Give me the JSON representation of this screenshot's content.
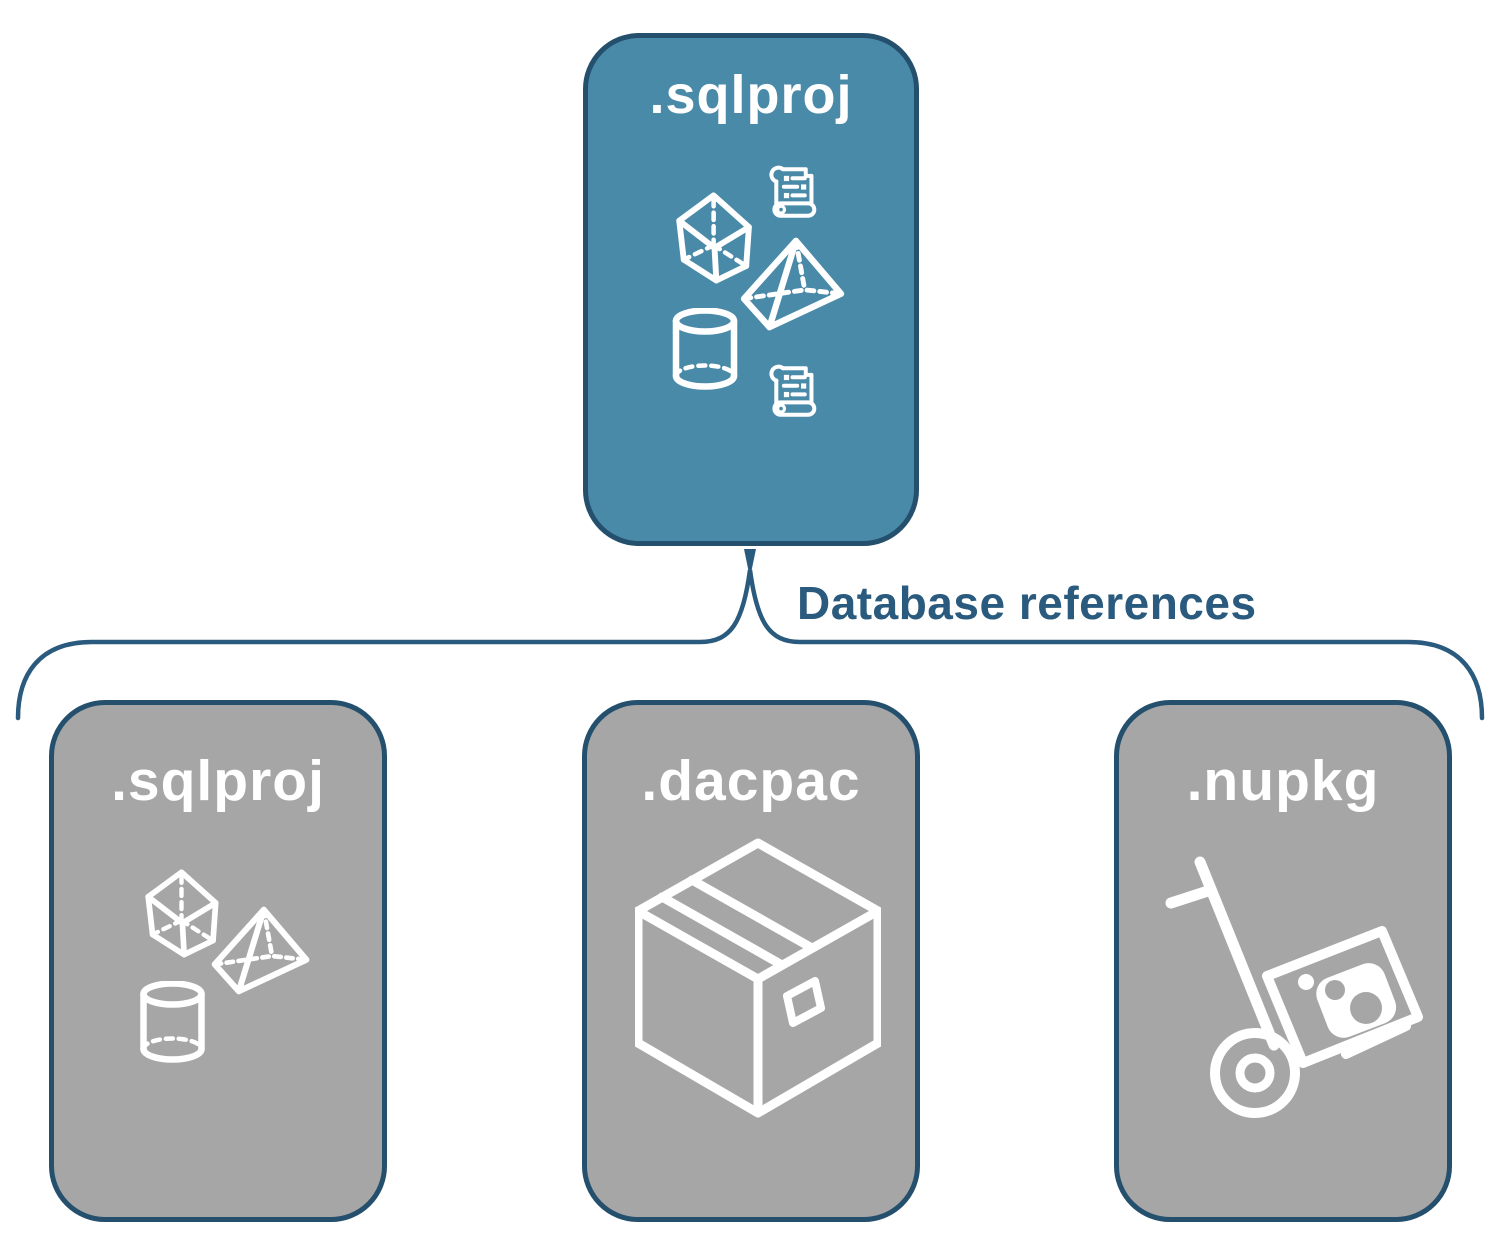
{
  "colors": {
    "root_card_fill": "#4a8aa9",
    "child_card_fill": "#a6a6a6",
    "card_border": "#24506d",
    "connector_line": "#2a5a7d",
    "connector_text": "#2a5a7d",
    "title_text": "#ffffff",
    "icon_stroke": "#ffffff"
  },
  "root_card": {
    "label": ".sqlproj",
    "icons": [
      "script-scroll-icon",
      "cube-icon",
      "pyramid-icon",
      "cylinder-icon",
      "script-scroll-icon"
    ]
  },
  "connector": {
    "label": "Database references"
  },
  "child_cards": [
    {
      "label": ".sqlproj",
      "icons": [
        "cube-icon",
        "pyramid-icon",
        "cylinder-icon"
      ]
    },
    {
      "label": ".dacpac",
      "icons": [
        "package-box-icon"
      ]
    },
    {
      "label": ".nupkg",
      "icons": [
        "hand-truck-package-icon"
      ]
    }
  ]
}
